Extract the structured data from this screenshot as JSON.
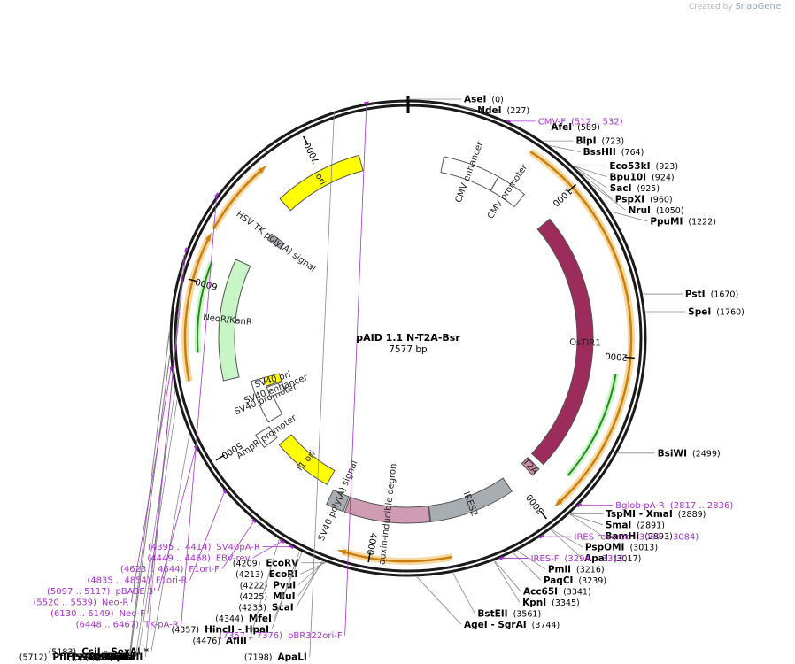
{
  "credit": {
    "prefix": "Created by",
    "brand": "SnapGene"
  },
  "plasmid": {
    "name": "pAID 1.1 N-T2A-Bsr",
    "length": 7577,
    "length_label": "7577 bp"
  },
  "ticks": [
    {
      "pos": 1000,
      "label": "1000"
    },
    {
      "pos": 2000,
      "label": "2000"
    },
    {
      "pos": 3000,
      "label": "3000"
    },
    {
      "pos": 4000,
      "label": "4000"
    },
    {
      "pos": 5000,
      "label": "5000"
    },
    {
      "pos": 6000,
      "label": "6000"
    },
    {
      "pos": 7000,
      "label": "7000"
    }
  ],
  "sites": [
    {
      "name": "AseI",
      "pos": "(0)",
      "bp": 0,
      "side": "R"
    },
    {
      "name": "NdeI",
      "pos": "(227)",
      "bp": 227,
      "side": "R"
    },
    {
      "name": "AfeI",
      "pos": "(589)",
      "bp": 589,
      "side": "R"
    },
    {
      "name": "BlpI",
      "pos": "(723)",
      "bp": 723,
      "side": "R"
    },
    {
      "name": "BssHII",
      "pos": "(764)",
      "bp": 764,
      "side": "R"
    },
    {
      "name": "Eco53kI",
      "pos": "(923)",
      "bp": 923,
      "side": "R"
    },
    {
      "name": "Bpu10I",
      "pos": "(924)",
      "bp": 924,
      "side": "R"
    },
    {
      "name": "SacI",
      "pos": "(925)",
      "bp": 925,
      "side": "R"
    },
    {
      "name": "PspXI",
      "pos": "(960)",
      "bp": 960,
      "side": "R"
    },
    {
      "name": "NruI",
      "pos": "(1050)",
      "bp": 1050,
      "side": "R"
    },
    {
      "name": "PpuMI",
      "pos": "(1222)",
      "bp": 1222,
      "side": "R"
    },
    {
      "name": "PstI",
      "pos": "(1670)",
      "bp": 1670,
      "side": "R"
    },
    {
      "name": "SpeI",
      "pos": "(1760)",
      "bp": 1760,
      "side": "R"
    },
    {
      "name": "BsiWI",
      "pos": "(2499)",
      "bp": 2499,
      "side": "R"
    },
    {
      "name": "TspMI - XmaI",
      "pos": "(2889)",
      "bp": 2889,
      "side": "R"
    },
    {
      "name": "SmaI",
      "pos": "(2891)",
      "bp": 2891,
      "side": "R"
    },
    {
      "name": "BamHI",
      "pos": "(2893)",
      "bp": 2893,
      "side": "R"
    },
    {
      "name": "PspOMI",
      "pos": "(3013)",
      "bp": 3013,
      "side": "R"
    },
    {
      "name": "ApaI",
      "pos": "(3017)",
      "bp": 3017,
      "side": "R"
    },
    {
      "name": "PmlI",
      "pos": "(3216)",
      "bp": 3216,
      "side": "R"
    },
    {
      "name": "PaqCI",
      "pos": "(3239)",
      "bp": 3239,
      "side": "R"
    },
    {
      "name": "Acc65I",
      "pos": "(3341)",
      "bp": 3341,
      "side": "R"
    },
    {
      "name": "KpnI",
      "pos": "(3345)",
      "bp": 3345,
      "side": "R"
    },
    {
      "name": "BstEII",
      "pos": "(3561)",
      "bp": 3561,
      "side": "R"
    },
    {
      "name": "AgeI - SgrAI",
      "pos": "(3744)",
      "bp": 3744,
      "side": "R"
    },
    {
      "name": "EcoRV",
      "pos": "(4209)",
      "bp": 4209,
      "side": "L"
    },
    {
      "name": "EcoRI",
      "pos": "(4213)",
      "bp": 4213,
      "side": "L"
    },
    {
      "name": "PvuI",
      "pos": "(4222)",
      "bp": 4222,
      "side": "L"
    },
    {
      "name": "MluI",
      "pos": "(4225)",
      "bp": 4225,
      "side": "L"
    },
    {
      "name": "ScaI",
      "pos": "(4233)",
      "bp": 4233,
      "side": "L"
    },
    {
      "name": "MfeI",
      "pos": "(4344)",
      "bp": 4344,
      "side": "L"
    },
    {
      "name": "HincII - HpaI",
      "pos": "(4357)",
      "bp": 4357,
      "side": "L"
    },
    {
      "name": "AflII",
      "pos": "(4476)",
      "bp": 4476,
      "side": "L"
    },
    {
      "name": "CsiI - SexAI *",
      "pos": "(5183)",
      "bp": 5183,
      "side": "L"
    },
    {
      "name": "SfiI",
      "pos": "(5369)",
      "bp": 5369,
      "side": "L"
    },
    {
      "name": "StuI",
      "pos": "(5415)",
      "bp": 5415,
      "side": "L"
    },
    {
      "name": "KasI",
      "pos": "(5593)",
      "bp": 5593,
      "side": "L"
    },
    {
      "name": "NarI",
      "pos": "(5594)",
      "bp": 5594,
      "side": "L"
    },
    {
      "name": "SfoI",
      "pos": "(5595)",
      "bp": 5595,
      "side": "L"
    },
    {
      "name": "PluTI",
      "pos": "(5597)",
      "bp": 5597,
      "side": "L"
    },
    {
      "name": "FspI",
      "pos": "(5696)",
      "bp": 5696,
      "side": "L"
    },
    {
      "name": "PflFI - Tth111I",
      "pos": "(5712)",
      "bp": 5712,
      "side": "L"
    },
    {
      "name": "RsrII",
      "pos": "(6110)",
      "bp": 6110,
      "side": "L"
    },
    {
      "name": "ApaLI",
      "pos": "(7198)",
      "bp": 7198,
      "side": "L"
    }
  ],
  "primers": [
    {
      "name": "CMV-F",
      "range": "(512 .. 532)",
      "bp": 522,
      "side": "R"
    },
    {
      "name": "Bglob-pA-R",
      "range": "(2817 .. 2836)",
      "bp": 2826,
      "side": "R"
    },
    {
      "name": "IRES reverse",
      "range": "(3067 .. 3084)",
      "bp": 3075,
      "side": "R"
    },
    {
      "name": "IRES-F",
      "range": "(3294 .. 3313)",
      "bp": 3303,
      "side": "R"
    },
    {
      "name": "SV40pA-R",
      "range": "(4395 .. 4414)",
      "bp": 4404,
      "side": "L"
    },
    {
      "name": "EBV-rev",
      "range": "(4449 .. 4468)",
      "bp": 4458,
      "side": "L"
    },
    {
      "name": "F1ori-F",
      "range": "(4623 .. 4644)",
      "bp": 4633,
      "side": "L"
    },
    {
      "name": "F1ori-R",
      "range": "(4835 .. 4854)",
      "bp": 4844,
      "side": "L"
    },
    {
      "name": "pBABE 3'",
      "range": "(5097 .. 5117)",
      "bp": 5107,
      "side": "L"
    },
    {
      "name": "Neo-R",
      "range": "(5520 .. 5539)",
      "bp": 5529,
      "side": "L"
    },
    {
      "name": "Neo-F",
      "range": "(6130 .. 6149)",
      "bp": 6139,
      "side": "L"
    },
    {
      "name": "TK-pA-R",
      "range": "(6448 .. 6467)",
      "bp": 6457,
      "side": "L"
    },
    {
      "name": "pBR322ori-F",
      "range": "(7357 .. 7376)",
      "bp": 7366,
      "side": "L"
    }
  ],
  "features": [
    {
      "name": "CMV enhancer",
      "start": 235,
      "end": 615,
      "color": "#ffffff"
    },
    {
      "name": "CMV promoter",
      "start": 616,
      "end": 820,
      "color": "#ffffff"
    },
    {
      "name": "OsTIR1",
      "start": 1050,
      "end": 2800,
      "color": "#9b2c5b"
    },
    {
      "name": "T2A",
      "start": 2840,
      "end": 2900,
      "color": "#c98da5"
    },
    {
      "name": "IRES2",
      "start": 3070,
      "end": 3640,
      "color": "#a8adb2"
    },
    {
      "name": "auxin-inducible degron",
      "start": 3645,
      "end": 4210,
      "color": "#cf9cb3"
    },
    {
      "name": "SV40 poly(A) signal",
      "start": 4220,
      "end": 4340,
      "color": "#a8adb2"
    },
    {
      "name": "f1 ori",
      "start": 4400,
      "end": 4850,
      "color": "#ffff00"
    },
    {
      "name": "AmpR promoter",
      "start": 4900,
      "end": 5000,
      "color": "#ffffff"
    },
    {
      "name": "SV40 promoter",
      "start": 5030,
      "end": 5360,
      "color": "#ffffff"
    },
    {
      "name": "SV40 enhancer",
      "start": 5200,
      "end": 5280,
      "color": "#ffffff"
    },
    {
      "name": "SV40 ori",
      "start": 5290,
      "end": 5360,
      "color": "#ffff00"
    },
    {
      "name": "NeoR/KanR",
      "start": 5410,
      "end": 6200,
      "color": "#c7f5c5"
    },
    {
      "name": "HSV TK poly(A) signal",
      "start": 6420,
      "end": 6470,
      "color": "#a8adb2"
    },
    {
      "name": "ori",
      "start": 6680,
      "end": 7260,
      "color": "#ffff00"
    }
  ],
  "orfs": [
    {
      "start": 700,
      "end": 2900,
      "color": "#c9800f"
    },
    {
      "start": 3550,
      "end": 4150,
      "color": "#c9800f"
    },
    {
      "start": 5450,
      "end": 6250,
      "color": "#c9800f"
    },
    {
      "start": 6300,
      "end": 6720,
      "color": "#c9800f"
    }
  ],
  "inner_orfs": [
    {
      "start": 2100,
      "end": 2750,
      "color": "#2a8a1e"
    },
    {
      "start": 5600,
      "end": 6130,
      "color": "#2a8a1e"
    }
  ]
}
